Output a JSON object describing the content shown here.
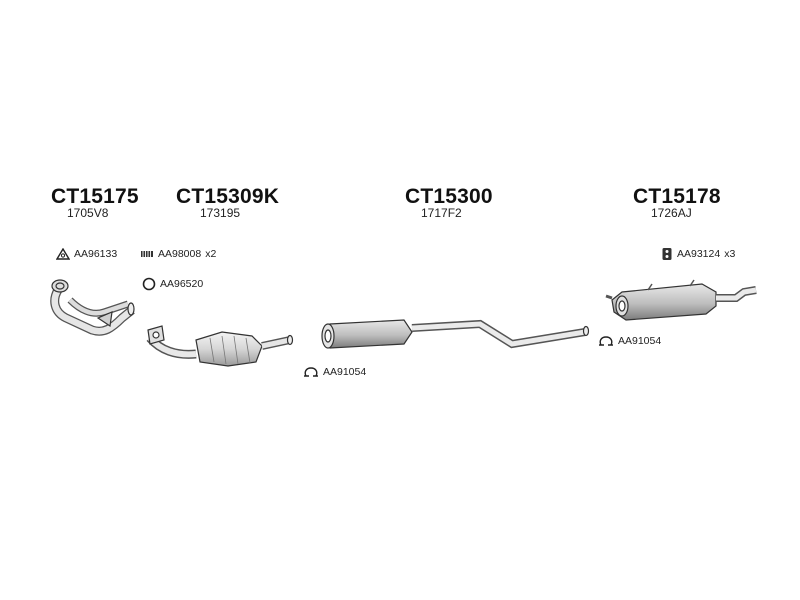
{
  "groups": [
    {
      "code": "CT15175",
      "ref": "1705V8",
      "accessories": [
        {
          "icon": "gasket-triangle-icon",
          "part": "AA96133",
          "qty": ""
        }
      ]
    },
    {
      "code": "CT15309K",
      "ref": "173195",
      "accessories": [
        {
          "icon": "spring-clip-icon",
          "part": "AA98008",
          "qty": "x2"
        },
        {
          "icon": "ring-gasket-icon",
          "part": "AA96520",
          "qty": ""
        },
        {
          "icon": "pipe-clamp-icon",
          "part": "AA91054",
          "qty": ""
        }
      ]
    },
    {
      "code": "CT15300",
      "ref": "1717F2",
      "accessories": []
    },
    {
      "code": "CT15178",
      "ref": "1726AJ",
      "accessories": [
        {
          "icon": "rubber-mount-icon",
          "part": "AA93124",
          "qty": "x3"
        },
        {
          "icon": "pipe-clamp-icon",
          "part": "AA91054",
          "qty": ""
        }
      ]
    }
  ]
}
